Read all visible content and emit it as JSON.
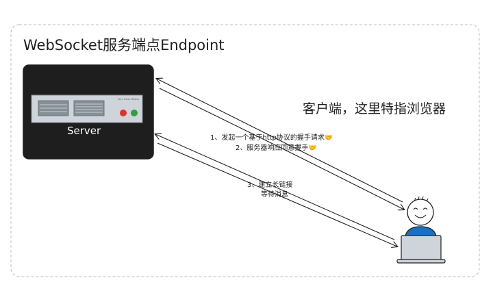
{
  "title": "WebSocket服务端点Endpoint",
  "client_label": "客户端，这里特指浏览器",
  "server": {
    "label": "Server",
    "panel_text": "Very Fresh Master",
    "led_colors": [
      "#e03131",
      "#2f9e44"
    ]
  },
  "messages": {
    "step1": "1、发起一个基于http协议的握手请求🤝",
    "step2": "2、服务器响应同意握手🤝",
    "step3": "3、建立长链接",
    "step3_sub": "等待消息"
  },
  "colors": {
    "server_body": "#1e1e1e",
    "server_panel": "#ced4da",
    "person_shirt": "#1971c2",
    "laptop": "#ced4da",
    "frame_border": "#bdbdbd"
  }
}
